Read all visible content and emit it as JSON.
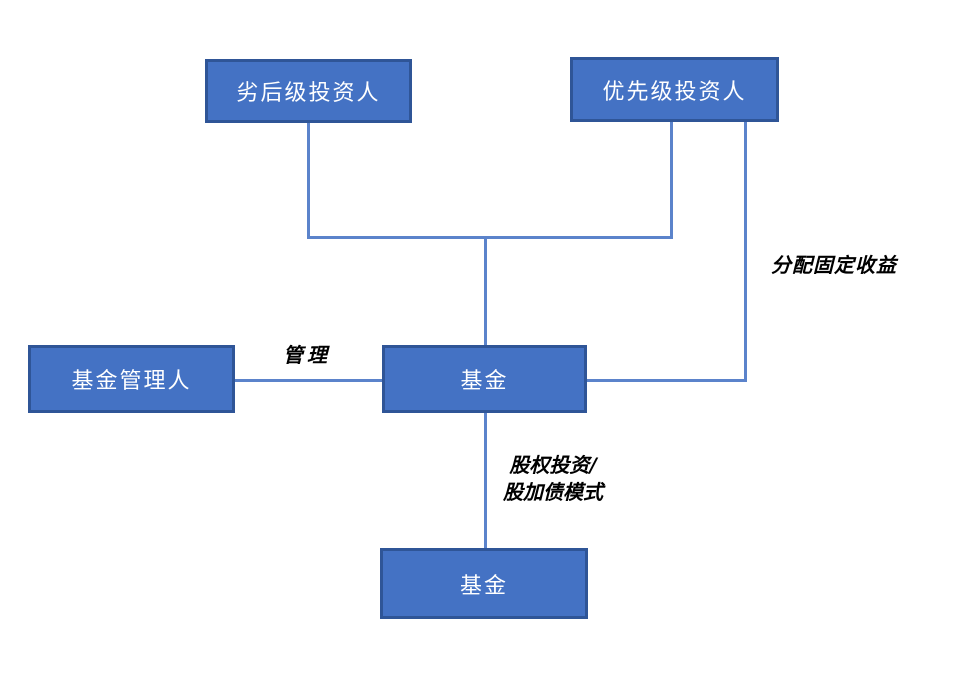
{
  "diagram": {
    "type": "flowchart",
    "background": "#ffffff",
    "colors": {
      "node_fill": "#4472C4",
      "node_border": "#2F5597",
      "node_text": "#FFFFFF",
      "connector": "#5B83CB",
      "edge_label_text": "#000000"
    },
    "nodes": [
      {
        "id": "subordinated-investor",
        "label": "劣后级投资人"
      },
      {
        "id": "senior-investor",
        "label": "优先级投资人"
      },
      {
        "id": "fund-manager",
        "label": "基金管理人"
      },
      {
        "id": "fund",
        "label": "基金"
      },
      {
        "id": "sub-fund",
        "label": "基金"
      }
    ],
    "edges": [
      {
        "from": "subordinated-investor",
        "to": "fund",
        "label": ""
      },
      {
        "from": "senior-investor",
        "to": "fund",
        "label": ""
      },
      {
        "from": "fund-manager",
        "to": "fund",
        "label": "管理"
      },
      {
        "from": "fund",
        "to": "senior-investor",
        "label": "分配固定收益"
      },
      {
        "from": "fund",
        "to": "sub-fund",
        "label": "股权投资/股加债模式"
      }
    ],
    "edge_labels": {
      "manage": "管理",
      "fixed_income": "分配固定收益",
      "equity_line1": "股权投资/",
      "equity_line2": "股加债模式"
    }
  }
}
